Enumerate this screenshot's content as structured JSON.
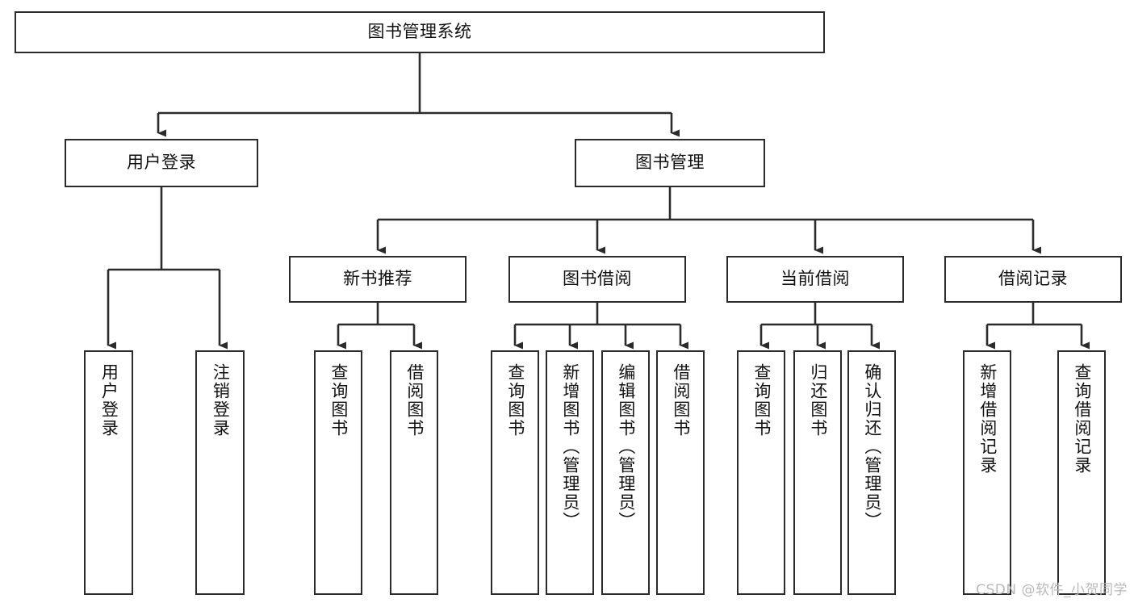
{
  "diagram": {
    "title": "图书管理系统",
    "type": "tree-hierarchy-chart",
    "colors": {
      "stroke": "#2b2b2b",
      "fill": "#ffffff",
      "text": "#111111",
      "watermark": "#b9b9b9"
    },
    "root": {
      "label": "图书管理系统"
    },
    "level2": [
      {
        "label": "用户登录"
      },
      {
        "label": "图书管理"
      }
    ],
    "level3": [
      {
        "label": "新书推荐"
      },
      {
        "label": "图书借阅"
      },
      {
        "label": "当前借阅"
      },
      {
        "label": "借阅记录"
      }
    ],
    "leaves": {
      "user_login": [
        {
          "label": "用户登录"
        },
        {
          "label": "注销登录"
        }
      ],
      "new_book_recommend": [
        {
          "label": "查询图书"
        },
        {
          "label": "借阅图书"
        }
      ],
      "book_borrow": [
        {
          "label": "查询图书"
        },
        {
          "label": "新增图书（管理员）"
        },
        {
          "label": "编辑图书（管理员）"
        },
        {
          "label": "借阅图书"
        }
      ],
      "current_borrow": [
        {
          "label": "查询图书"
        },
        {
          "label": "归还图书"
        },
        {
          "label": "确认归还（管理员）"
        }
      ],
      "borrow_record": [
        {
          "label": "新增借阅记录"
        },
        {
          "label": "查询借阅记录"
        }
      ]
    }
  },
  "watermark": {
    "text": "CSDN @软件_小贺同学"
  }
}
